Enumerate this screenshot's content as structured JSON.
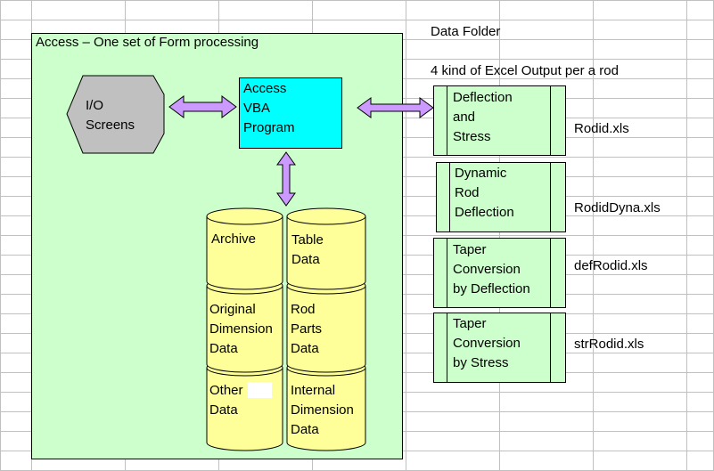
{
  "colors": {
    "grid": "#c0c0c0",
    "access_panel": "#ccffcc",
    "vba_box": "#00ffff",
    "io_shape": "#c0c0c0",
    "arrow": "#cc99ff",
    "cylinder": "#ffff99",
    "output_box": "#ccffcc"
  },
  "header": {
    "data_folder": "Data Folder",
    "output_note": "4 kind of Excel Output per a rod"
  },
  "access_panel": {
    "title": "Access – One set of Form processing"
  },
  "io_screens": {
    "label": "I/O\nScreens",
    "icon": "display-hexagon-icon"
  },
  "vba_program": {
    "label": "Access\nVBA\nProgram"
  },
  "databases": {
    "left_stack": [
      "Archive",
      "Original\nDimension\nData",
      "Other\nData"
    ],
    "right_stack": [
      "Table\nData",
      "Rod\nParts\nData",
      "Internal\nDimension\nData"
    ]
  },
  "outputs": [
    {
      "label": "Deflection\nand\nStress",
      "file": "Rodid.xls"
    },
    {
      "label": "Dynamic\nRod\nDeflection",
      "file": "RodidDyna.xls"
    },
    {
      "label": "Taper\nConversion\nby Deflection",
      "file": "defRodid.xls"
    },
    {
      "label": "Taper\nConversion\nby Stress",
      "file": "strRodid.xls"
    }
  ]
}
